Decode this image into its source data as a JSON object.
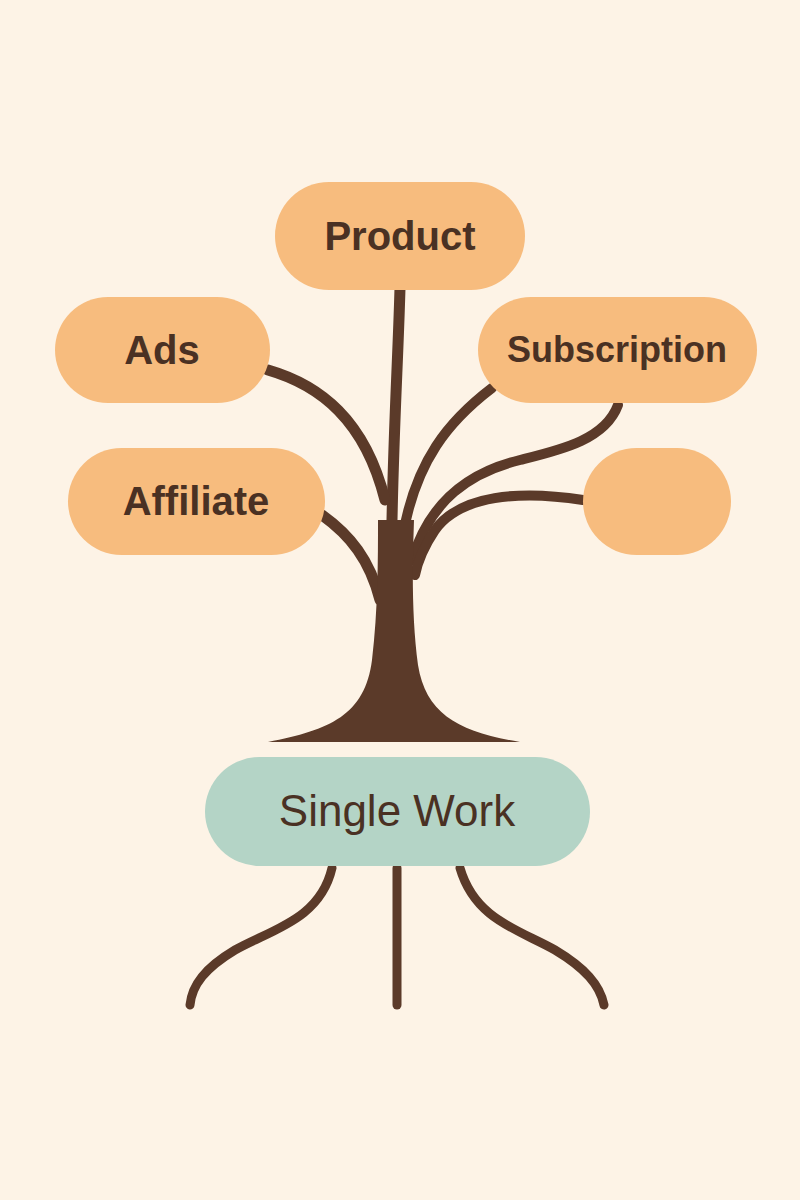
{
  "diagram": {
    "nodes": [
      {
        "text": [
          "Product"
        ]
      },
      {
        "text": [
          "Ads"
        ]
      },
      {
        "text": [
          "Subscription"
        ]
      },
      {
        "text": [
          "Affiliate"
        ]
      },
      {
        "text": [
          "Single Work"
        ]
      }
    ]
  }
}
